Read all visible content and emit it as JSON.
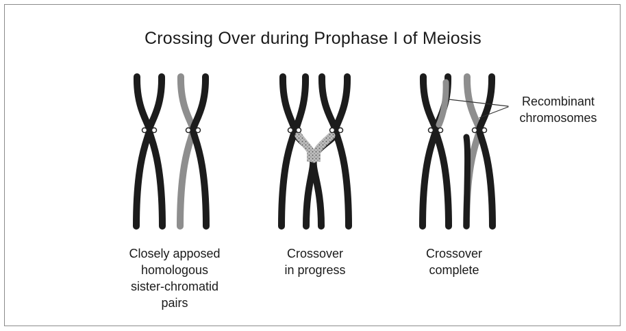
{
  "title": "Crossing Over during Prophase I of Meiosis",
  "stages": [
    {
      "caption": "Closely apposed\nhomologous\nsister-chromatid\npairs"
    },
    {
      "caption": "Crossover\nin progress"
    },
    {
      "caption": "Crossover\ncomplete"
    }
  ],
  "annotation": {
    "label": "Recombinant\nchromosomes"
  },
  "colors": {
    "dark": "#1c1c1c",
    "light": "#8e8e8e",
    "centromere": "#ffffff"
  }
}
